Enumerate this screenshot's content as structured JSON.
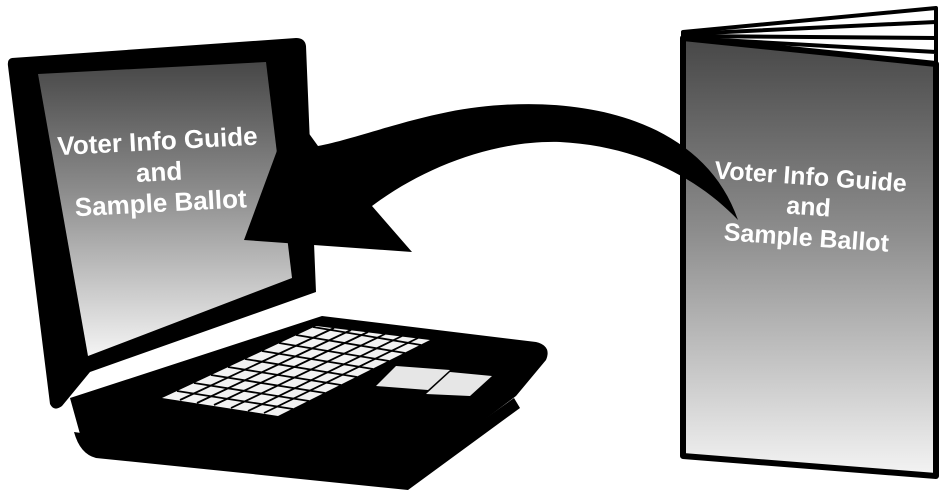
{
  "laptop_screen": {
    "line1": "Voter Info Guide",
    "line2": "and",
    "line3": "Sample Ballot"
  },
  "booklet_cover": {
    "line1": "Voter Info Guide",
    "line2": "and",
    "line3": "Sample Ballot"
  },
  "colors": {
    "ink": "#000000",
    "screen_gradient_top": "#474747",
    "screen_gradient_bottom": "#f4f4f4",
    "keys": "#f2f2f2",
    "background": "#ffffff"
  },
  "icons": {
    "laptop": "laptop-icon",
    "booklet": "booklet-icon",
    "arrow": "curved-arrow-icon"
  }
}
